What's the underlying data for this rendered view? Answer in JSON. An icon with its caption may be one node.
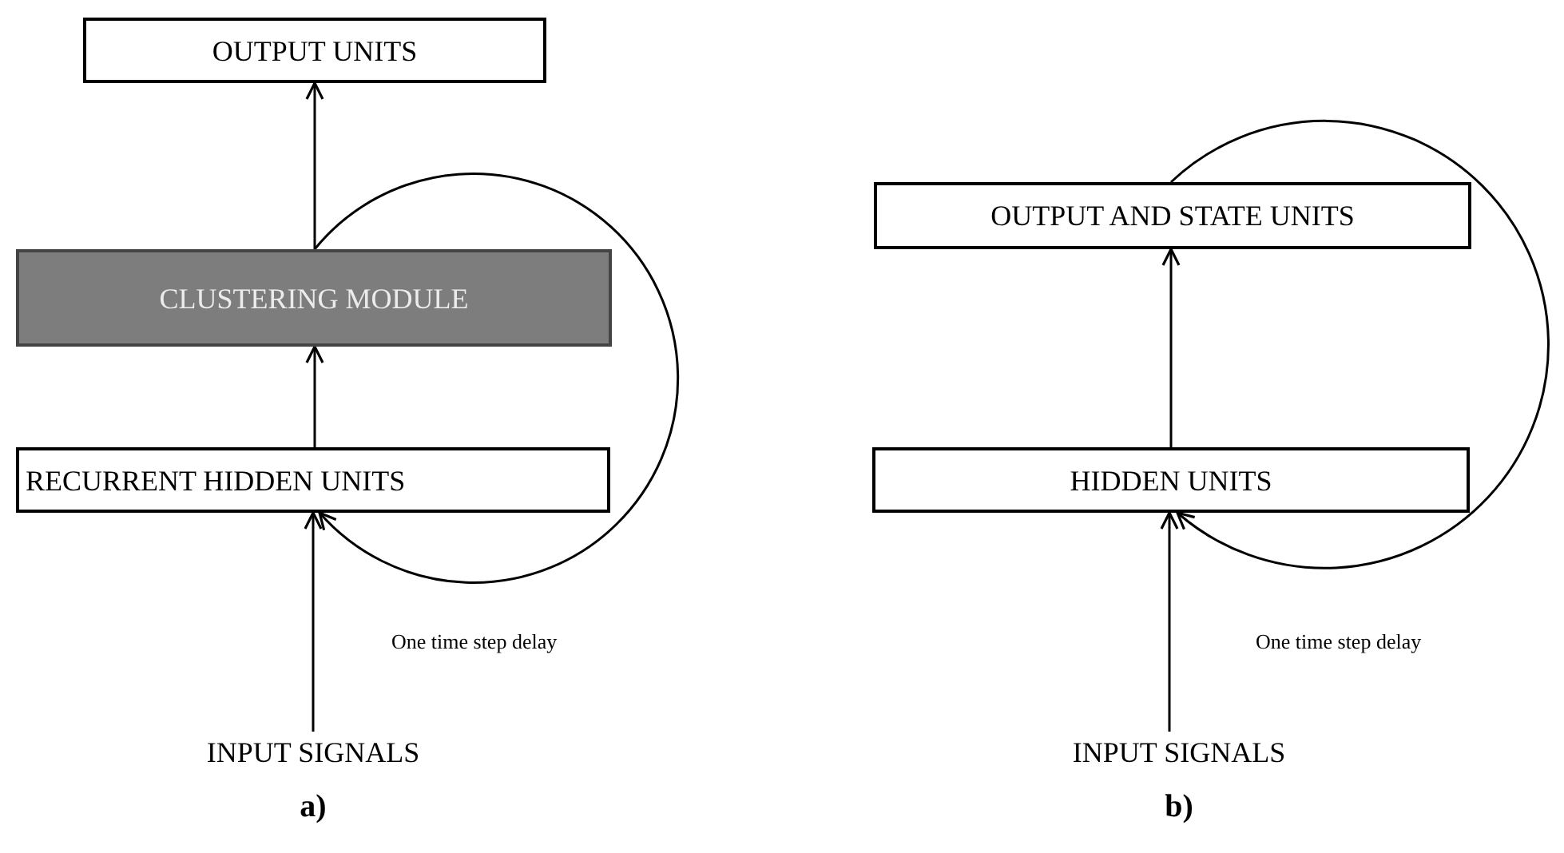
{
  "diagram": {
    "nodes": [
      {
        "text": [
          "OUTPUT UNITS"
        ]
      },
      {
        "text": [
          "CLUSTERING MODULE"
        ]
      },
      {
        "text": [
          "RECURRENT HIDDEN UNITS"
        ]
      },
      {
        "text": [
          "INPUT SIGNALS"
        ]
      },
      {
        "text": [
          "OUTPUT AND STATE UNITS"
        ]
      },
      {
        "text": [
          "HIDDEN UNITS"
        ]
      },
      {
        "text": [
          "INPUT SIGNALS"
        ]
      }
    ],
    "edges": [
      {
        "from": 1,
        "to": 0,
        "arrow": "to"
      },
      {
        "from": 2,
        "to": 1,
        "arrow": "to"
      },
      {
        "from": 3,
        "to": 2,
        "arrow": "to"
      },
      {
        "from": 1,
        "to": 2,
        "arrow": "to",
        "label": "One time step delay"
      },
      {
        "from": 5,
        "to": 4,
        "arrow": "to"
      },
      {
        "from": 6,
        "to": 5,
        "arrow": "to"
      },
      {
        "from": 4,
        "to": 5,
        "arrow": "to",
        "label": "One time step delay"
      }
    ],
    "labels": [
      "a)",
      "b)"
    ]
  }
}
